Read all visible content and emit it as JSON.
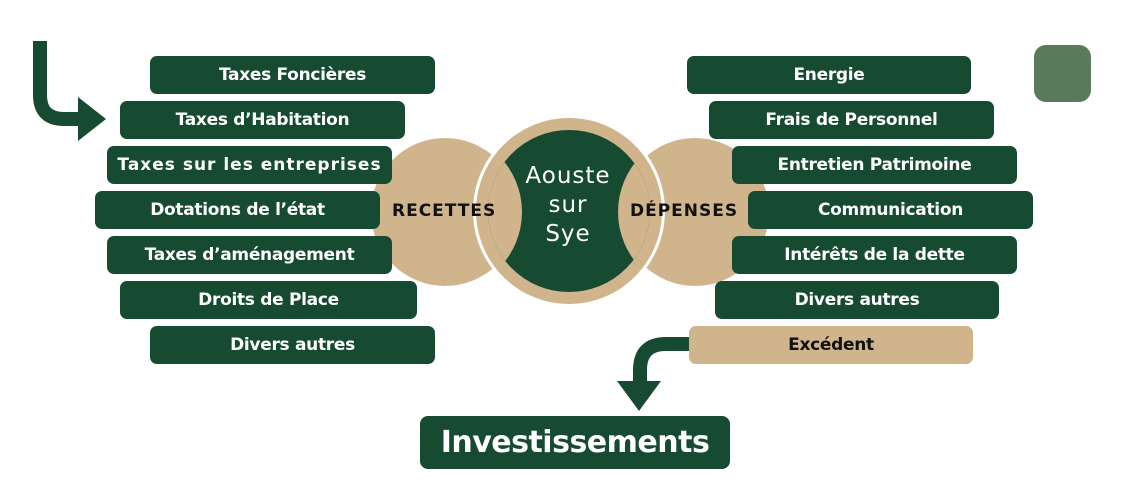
{
  "center": {
    "lines": [
      "Aouste",
      "sur",
      "Sye"
    ]
  },
  "recettes": {
    "label": "RECETTES",
    "items": [
      "Taxes Foncières",
      "Taxes d’Habitation",
      "Taxes sur les entreprises",
      "Dotations de l’état",
      "Taxes d’aménagement",
      "Droits de Place",
      "Divers autres"
    ]
  },
  "depenses": {
    "label": "DÉPENSES",
    "items": [
      "Energie",
      "Frais de Personnel",
      "Entretien Patrimoine",
      "Communication",
      "Intérêts de la dette",
      "Divers autres"
    ],
    "surplus": "Excédent"
  },
  "investissements": "Investissements",
  "colors": {
    "dark_green": "#164b31",
    "tan": "#d0b48c",
    "legend_green": "#5a7a5c"
  }
}
